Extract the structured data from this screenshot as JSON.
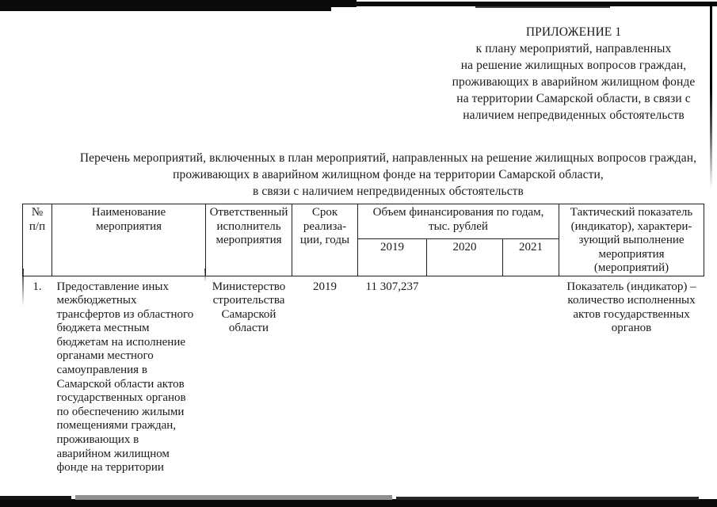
{
  "colors": {
    "ink": "#1a1a1a",
    "paper": "#ffffff",
    "scan_artifact": "#0a0a0a"
  },
  "document": {
    "appendix": {
      "heading": "ПРИЛОЖЕНИЕ 1",
      "lines": "к плану мероприятий, направленных\nна решение жилищных вопросов граждан,\nпроживающих в аварийном жилищном фонде\nна территории Самарской области, в связи с\nналичием непредвиденных обстоятельств"
    },
    "title": "Перечень мероприятий, включенных в план мероприятий, направленных на решение жилищных вопросов граждан,\nпроживающих в аварийном жилищном фонде на территории Самарской области,\nв связи с наличием непредвиденных обстоятельств"
  },
  "table": {
    "header": {
      "num": "№\nп/п",
      "name": "Наименование\nмероприятия",
      "executor": "Ответственный\nисполнитель\nмероприятия",
      "term": "Срок\nреализа-\nции, годы",
      "financing": "Объем финансирования по годам,\nтыс. рублей",
      "years": [
        "2019",
        "2020",
        "2021"
      ],
      "indicator": "Тактический показатель\n(индикатор), характери-\nзующий выполнение\nмероприятия\n(мероприятий)"
    },
    "rows": [
      {
        "num": "1.",
        "name": "Предоставление иных\nмежбюджетных\nтрансфертов из областного\nбюджета местным\nбюджетам на исполнение\nорганами местного\nсамоуправления в\nСамарской области актов\nгосударственных органов\nпо обеспечению жилыми\nпомещениями граждан,\nпроживающих в\nаварийном жилищном\nфонде на территории",
        "executor": "Министерство\nстроительства\nСамарской\nобласти",
        "term": "2019",
        "fin_2019": "11 307,237",
        "fin_2020": "",
        "fin_2021": "",
        "indicator": "Показатель (индикатор) –\nколичество исполненных\nактов государственных\nорганов"
      }
    ]
  }
}
